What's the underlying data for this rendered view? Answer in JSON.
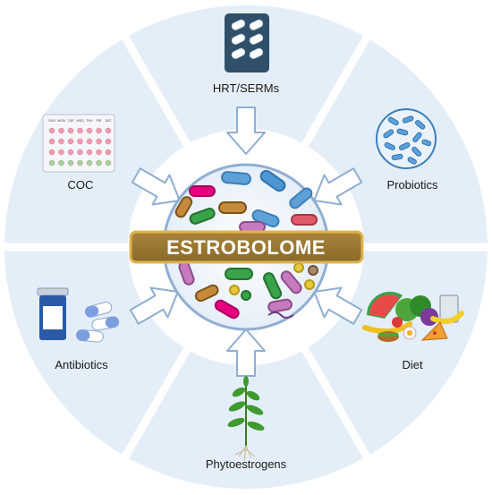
{
  "diagram": {
    "center_label": "ESTROBOLOME",
    "segments": [
      {
        "id": "hrt",
        "label": "HRT/SERMs",
        "icon": "pill-blister-pack-icon"
      },
      {
        "id": "probiotics",
        "label": "Probiotics",
        "icon": "probiotic-bacteria-dish-icon"
      },
      {
        "id": "diet",
        "label": "Diet",
        "icon": "food-assortment-icon"
      },
      {
        "id": "phyto",
        "label": "Phytoestrogens",
        "icon": "plant-sprout-icon"
      },
      {
        "id": "antibiotics",
        "label": "Antibiotics",
        "icon": "antibiotic-capsules-icon"
      },
      {
        "id": "coc",
        "label": "COC",
        "icon": "contraceptive-calendar-icon"
      }
    ],
    "calendar_days": [
      "SUN",
      "MON",
      "TUE",
      "WED",
      "THU",
      "FRI",
      "SAT"
    ],
    "colors": {
      "segment_fill": "#e4eef8",
      "segment_divider": "#ffffff",
      "arrow_stroke": "#8faed2",
      "banner_fill": "#9b7a34",
      "banner_border": "#e0b44e",
      "circle_fill": "#eaf0f8",
      "circle_stroke": "#8faed2"
    }
  }
}
